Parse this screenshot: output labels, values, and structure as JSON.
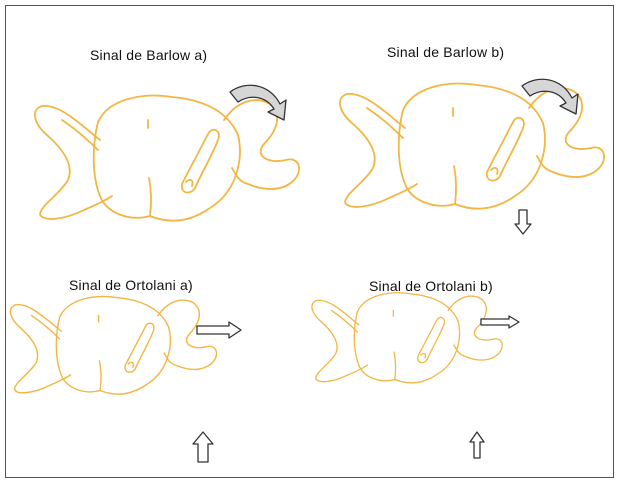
{
  "panels": [
    {
      "id": "barlow-a",
      "label": "Sinal de Barlow a)"
    },
    {
      "id": "barlow-b",
      "label": "Sinal de Barlow b)"
    },
    {
      "id": "ortolani-a",
      "label": "Sinal de Ortolani a)"
    },
    {
      "id": "ortolani-b",
      "label": "Sinal de Ortolani b)"
    }
  ],
  "colors": {
    "frame": "#1d6b63",
    "outline": "#f2b643",
    "arrow_stroke": "#333333"
  },
  "icons": {
    "rotation_arrow": "curved-arrow-icon",
    "push_arrow": "straight-arrow-icon"
  }
}
